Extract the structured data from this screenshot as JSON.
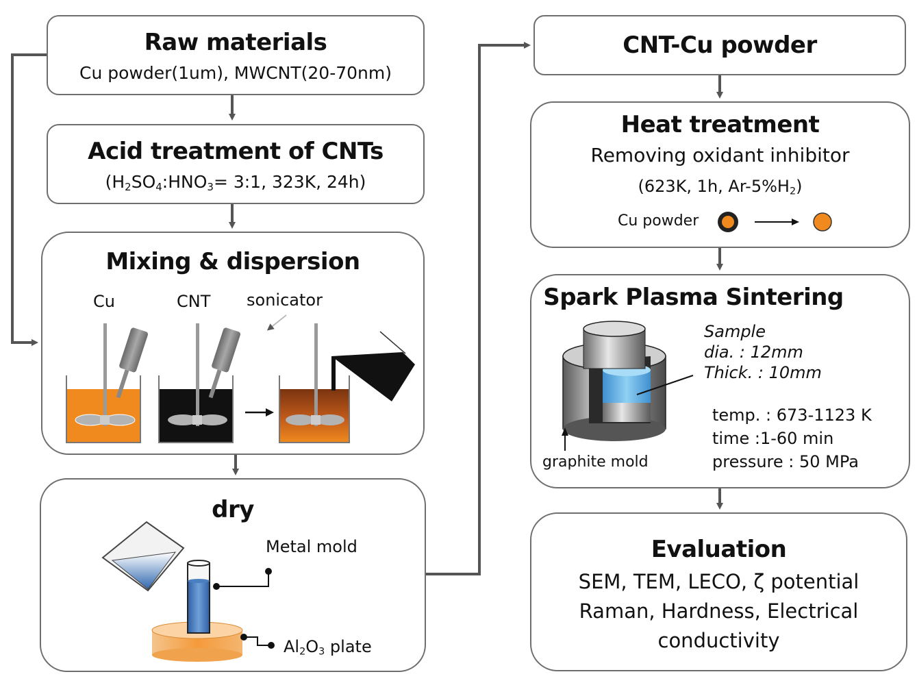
{
  "left": {
    "raw": {
      "title": "Raw materials",
      "line1": "Cu powder(1um), MWCNT(20-70nm)"
    },
    "acid": {
      "title": "Acid treatment of CNTs",
      "p1": "(H",
      "s1": "2",
      "p2": "SO",
      "s2": "4",
      "p3": ":HNO",
      "s3": "3",
      "p4": "= 3:1, 323K, 24h)"
    },
    "mixing": {
      "title": "Mixing & dispersion",
      "cu": "Cu",
      "cnt": "CNT",
      "sonicator": "sonicator"
    },
    "dry": {
      "title": "dry",
      "metal_mold": "Metal mold",
      "plate_p1": "Al",
      "plate_s1": "2",
      "plate_p2": "O",
      "plate_s2": "3",
      "plate_p3": " plate"
    }
  },
  "right": {
    "cnt_cu": {
      "title": "CNT-Cu powder"
    },
    "heat": {
      "title": "Heat treatment",
      "line1": "Removing  oxidant inhibitor",
      "l2_p1": "(623K, 1h, Ar-5%H",
      "l2_s1": "2",
      "l2_p2": ")",
      "cu_powder": "Cu powder"
    },
    "sps": {
      "title": "Spark Plasma Sintering",
      "sample": "Sample",
      "dia": "dia.  : 12mm",
      "thick": "Thick.  : 10mm",
      "temp": "temp. : 673-1123 K",
      "time": "time :1-60 min",
      "pressure": "pressure  : 50 MPa",
      "graphite": "graphite mold"
    },
    "eval": {
      "title": "Evaluation",
      "line1": "SEM, TEM, LECO, ζ potential",
      "line2": "Raman, Hardness, Electrical",
      "line3": "conductivity"
    }
  },
  "colors": {
    "border": "#6e6e6e",
    "copper": "#f08a1e",
    "cnt": "#111111",
    "liquid": "#4b86c4",
    "sample": "#5fb2e6"
  }
}
